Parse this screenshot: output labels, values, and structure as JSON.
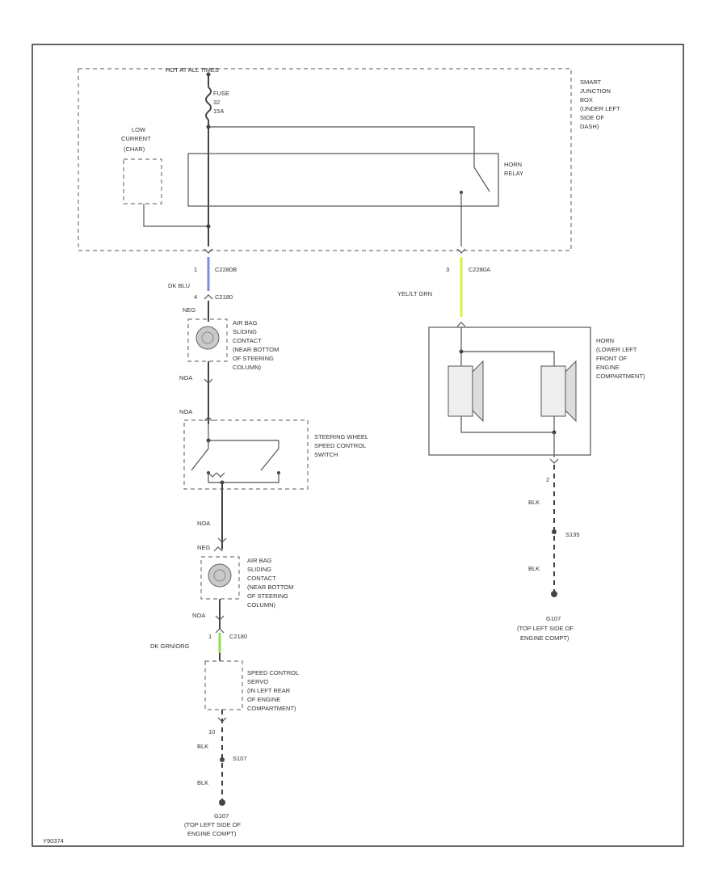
{
  "diagram": {
    "power_source": "HOT AT ALL TIMES",
    "fuse": [
      "FUSE",
      "32",
      "15A"
    ],
    "sjb_label": [
      "SMART",
      "JUNCTION",
      "BOX",
      "(UNDER LEFT",
      "SIDE OF",
      "DASH)"
    ],
    "low_current_label": [
      "LOW",
      "CURRENT",
      "(CHAR)"
    ],
    "horn_relay_label": [
      "HORN",
      "RELAY"
    ],
    "c2280b": {
      "pin": "1",
      "name": "C2280B"
    },
    "wire_dkblu": "DK BLU",
    "c2180_top": {
      "pin": "4",
      "name": "C2180"
    },
    "neg_top": "NEG",
    "airbag1_label": [
      "AIR BAG",
      "SLIDING",
      "CONTACT",
      "(NEAR BOTTOM",
      "OF STEERING",
      "COLUMN)"
    ],
    "noa_a": "NOA",
    "noa_b": "NOA",
    "steering_switch_label": [
      "STEERING WHEEL",
      "SPEED CONTROL",
      "SWITCH"
    ],
    "noa_c": "NOA",
    "neg_2": "NEG",
    "airbag2_label": [
      "AIR BAG",
      "SLIDING",
      "CONTACT",
      "(NEAR BOTTOM",
      "OF STEERING",
      "COLUMN)"
    ],
    "noa_d": "NOA",
    "c2180_bottom": {
      "pin": "1",
      "name": "C2180"
    },
    "wire_dkgrnorg": "DK GRN/ORG",
    "speed_control_label": [
      "SPEED CONTROL",
      "SERVO",
      "(IN LEFT REAR",
      "OF ENGINE",
      "COMPARTMENT)"
    ],
    "pin_10": "10",
    "blk_1": "BLK",
    "s107": "S107",
    "blk_2": "BLK",
    "g107_left": [
      "G107",
      "(TOP LEFT SIDE OF",
      "ENGINE COMPT)"
    ],
    "c2280a": {
      "pin": "3",
      "name": "C2280A"
    },
    "wire_yelltgrn": "YEL/LT GRN",
    "horn_label": [
      "HORN",
      "(LOWER LEFT",
      "FRONT OF",
      "ENGINE",
      "COMPARTMENT)"
    ],
    "horn_pin": "2",
    "blk_3": "BLK",
    "s135": "S135",
    "blk_4": "BLK",
    "g107_right": [
      "G107",
      "(TOP LEFT SIDE OF",
      "ENGINE COMPT)"
    ],
    "footer_code": "Y90374"
  },
  "colors": {
    "wire_dkblu": "#7b8fe0",
    "wire_dkgrnorg": "#8ede4e",
    "wire_yelltgrn": "#d8f040",
    "wire": "#444444"
  }
}
